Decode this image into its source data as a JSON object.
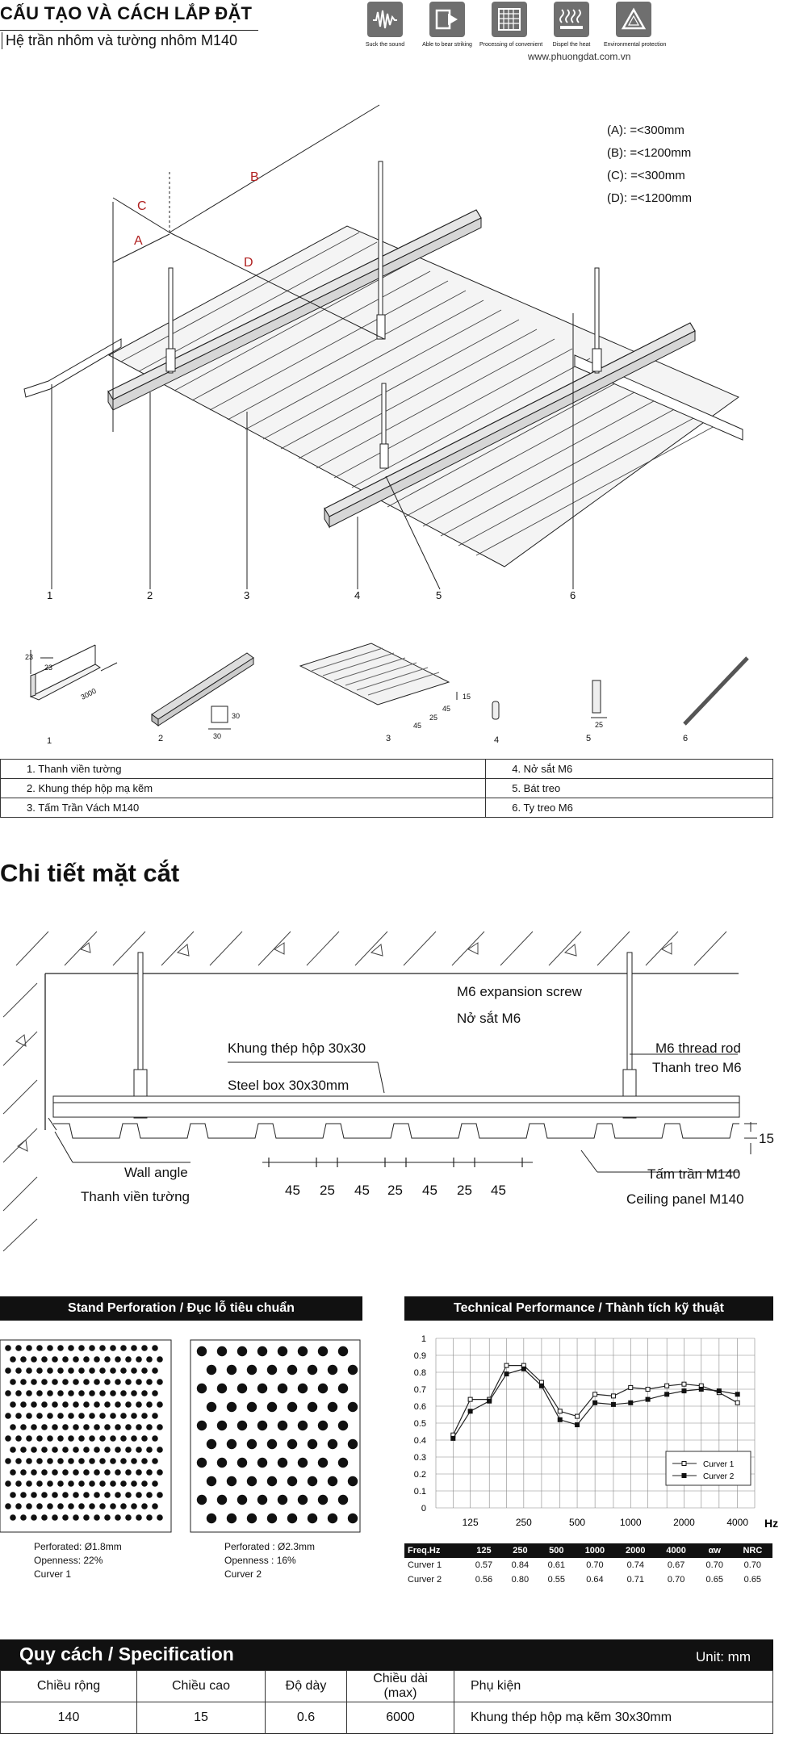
{
  "header": {
    "title": "CẤU TẠO VÀ CÁCH LẮP ĐẶT",
    "subtitle": "Hệ trần nhôm và tường nhôm M140",
    "website": "www.phuongdat.com.vn"
  },
  "features": [
    {
      "icon": "sound-wave-icon",
      "caption": "Suck the sound"
    },
    {
      "icon": "impact-arrow-icon",
      "caption": "Able to bear striking"
    },
    {
      "icon": "grid-icon",
      "caption": "Processing of convenient"
    },
    {
      "icon": "heat-dispel-icon",
      "caption": "Dispel the heat"
    },
    {
      "icon": "recycle-icon",
      "caption": "Environmental protection"
    }
  ],
  "isometric": {
    "labels": {
      "a": "A",
      "b": "B",
      "c": "C",
      "d": "D"
    },
    "limits": [
      "(A): =<300mm",
      "(B): =<1200mm",
      "(C): =<300mm",
      "(D): =<1200mm"
    ],
    "callouts": [
      "1",
      "2",
      "3",
      "4",
      "5",
      "6"
    ]
  },
  "parts_drawings": {
    "dims": {
      "angle_a": "23",
      "angle_b": "23",
      "angle_len": "3000",
      "box_a": "30",
      "box_b": "30",
      "panel_15": "15",
      "panel_45a": "45",
      "panel_25": "25",
      "panel_45b": "45",
      "bracket_25": "25"
    },
    "numbers": [
      "1",
      "2",
      "3",
      "4",
      "5",
      "6"
    ]
  },
  "parts_list": [
    [
      "1. Thanh viền tường",
      "4. Nở sắt M6"
    ],
    [
      "2. Khung thép hộp mạ kẽm",
      "5. Bát treo"
    ],
    [
      "3. Tấm Trần Vách M140",
      "6. Ty treo M6"
    ]
  ],
  "section": {
    "heading": "Chi tiết mặt cắt",
    "labels": {
      "expansion_en": "M6 expansion screw",
      "expansion_vi": "Nở sắt M6",
      "box_vi": "Khung thép hộp 30x30",
      "box_en": "Steel box 30x30mm",
      "rod_en": "M6 thread rod",
      "rod_vi": "Thanh treo M6",
      "wall_en": "Wall angle",
      "wall_vi": "Thanh viền tường",
      "panel_vi": "Tấm trần M140",
      "panel_en": "Ceiling panel M140",
      "height": "15"
    },
    "pitch": [
      "45",
      "25",
      "45",
      "25",
      "45",
      "25",
      "45"
    ]
  },
  "perforation": {
    "heading": "Stand Perforation / Đục lỗ tiêu chuẩn",
    "items": [
      {
        "line1": "Perforated: Ø1.8mm",
        "line2": "Openness: 22%",
        "line3": "Curver 1"
      },
      {
        "line1": "Perforated  : Ø2.3mm",
        "line2": "Openness  : 16%",
        "line3": "Curver 2"
      }
    ]
  },
  "performance": {
    "heading": "Technical Performance / Thành tích kỹ thuật",
    "table_header": [
      "Freq.Hz",
      "125",
      "250",
      "500",
      "1000",
      "2000",
      "4000",
      "αw",
      "NRC"
    ],
    "rows": [
      [
        "Curver 1",
        "0.57",
        "0.84",
        "0.61",
        "0.70",
        "0.74",
        "0.67",
        "0.70",
        "0.70"
      ],
      [
        "Curver 2",
        "0.56",
        "0.80",
        "0.55",
        "0.64",
        "0.71",
        "0.70",
        "0.65",
        "0.65"
      ]
    ]
  },
  "chart_data": {
    "type": "line",
    "title": "",
    "xlabel": "Hz",
    "ylabel": "",
    "x_ticks": [
      "125",
      "250",
      "500",
      "1000",
      "2000",
      "4000"
    ],
    "y_ticks": [
      "0",
      "0.1",
      "0.2",
      "0.3",
      "0.4",
      "0.5",
      "0.6",
      "0.7",
      "0.8",
      "0.9",
      "1"
    ],
    "ylim": [
      0,
      1
    ],
    "x_scale": "log (1/3-octave grid)",
    "grid": true,
    "legend_position": "bottom-right",
    "series": [
      {
        "name": "Curver 1",
        "marker": "square-hollow",
        "x": [
          100,
          125,
          160,
          200,
          250,
          315,
          400,
          500,
          630,
          800,
          1000,
          1250,
          1600,
          2000,
          2500,
          3150,
          4000
        ],
        "y": [
          0.43,
          0.64,
          0.64,
          0.84,
          0.84,
          0.74,
          0.57,
          0.54,
          0.67,
          0.66,
          0.71,
          0.7,
          0.72,
          0.73,
          0.72,
          0.68,
          0.62
        ]
      },
      {
        "name": "Curver 2",
        "marker": "square-filled",
        "x": [
          100,
          125,
          160,
          200,
          250,
          315,
          400,
          500,
          630,
          800,
          1000,
          1250,
          1600,
          2000,
          2500,
          3150,
          4000
        ],
        "y": [
          0.41,
          0.57,
          0.63,
          0.79,
          0.82,
          0.72,
          0.52,
          0.49,
          0.62,
          0.61,
          0.62,
          0.64,
          0.67,
          0.69,
          0.7,
          0.69,
          0.67
        ]
      }
    ]
  },
  "spec": {
    "title": "Quy cách / Specification",
    "unit": "Unit: mm",
    "headers": [
      "Chiều rộng",
      "Chiều cao",
      "Độ dày",
      "Chiều dài (max)",
      "Phụ kiện"
    ],
    "values": [
      "140",
      "15",
      "0.6",
      "6000",
      "Khung thép hộp mạ kẽm 30x30mm"
    ]
  }
}
